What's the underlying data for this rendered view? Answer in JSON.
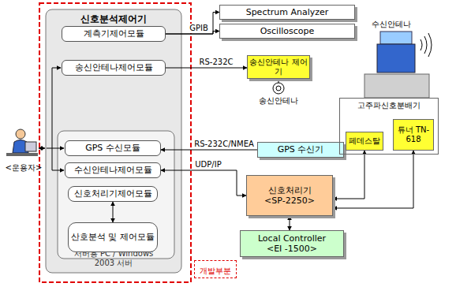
{
  "diagram": {
    "nodes": [
      {
        "text": [
          "신호분석제어기",
          "서버용 PC / Windows 2003 서버"
        ]
      },
      {
        "text": [
          "계측기제어모듈"
        ],
        "in": 0
      },
      {
        "text": [
          "송신안테나제어모듈"
        ],
        "in": 0
      },
      {
        "text": [
          "GPS 수신모듈"
        ],
        "in": 0
      },
      {
        "text": [
          "수신안테나제어모듈"
        ],
        "in": 0
      },
      {
        "text": [
          "신호처리기제어모듈"
        ],
        "in": 0
      },
      {
        "text": [
          "산호분석 및 제어모듈"
        ],
        "in": 0
      },
      {
        "text": [
          "Spectrum Analyzer"
        ]
      },
      {
        "text": [
          "Oscilloscope"
        ]
      },
      {
        "text": [
          "송신안테나 제어기"
        ]
      },
      {
        "text": [
          "GPS 수신기"
        ]
      },
      {
        "text": [
          "신호처리기",
          "<SP-2250>"
        ]
      },
      {
        "text": [
          "Local Controller",
          "<EI -1500>"
        ]
      },
      {
        "text": [
          "고주파신호분배기"
        ]
      },
      {
        "text": [
          "페데스탈"
        ],
        "in": 13
      },
      {
        "text": [
          "튜너 TN-618"
        ],
        "in": 13
      }
    ],
    "edges": [
      {
        "from": 1,
        "to": 7,
        "arrow": "to",
        "label": "GPIB"
      },
      {
        "from": 1,
        "to": 8,
        "arrow": "to"
      },
      {
        "from": 2,
        "to": 9,
        "arrow": "to",
        "label": "RS-232C"
      },
      {
        "from": 10,
        "to": 3,
        "arrow": "to",
        "label": "RS-232C/NMEA"
      },
      {
        "from": 4,
        "to": 11,
        "arrow": "both",
        "label": "UDP/IP"
      },
      {
        "from": 5,
        "to": 6,
        "arrow": "both"
      },
      {
        "from": 11,
        "to": 12,
        "arrow": "both"
      },
      {
        "from": 11,
        "to": 14,
        "arrow": "both"
      },
      {
        "from": 11,
        "to": 15,
        "arrow": "both"
      }
    ],
    "labels": [
      "<운용자>",
      "송신안테나",
      "수신안테나"
    ],
    "legend": [
      {
        "text": "개발부분"
      }
    ]
  }
}
